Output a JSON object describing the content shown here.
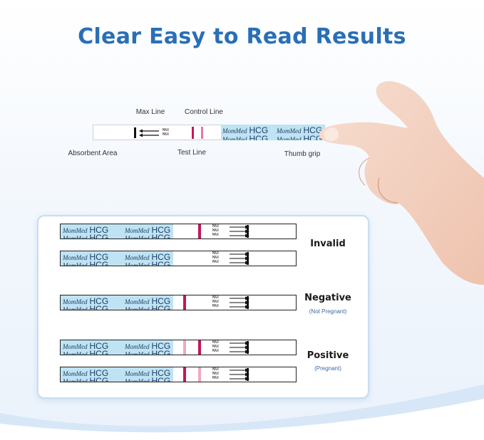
{
  "title": "Clear Easy to Read Results",
  "diagram": {
    "max_line": "Max Line",
    "control_line": "Control Line",
    "absorbent_area": "Absorbent Area",
    "test_line": "Test Line",
    "thumb_grip": "Thumb grip",
    "max_mark": "MAX",
    "brand": "MomMed",
    "product": "HCG"
  },
  "results": [
    {
      "label": "Invalid",
      "sub": ""
    },
    {
      "label": "Negative",
      "sub": "(Not Pregnant)"
    },
    {
      "label": "Positive",
      "sub": "(Pregnant)"
    }
  ],
  "colors": {
    "title": "#2a6fb5",
    "strip_blue": "#bfe3f3",
    "line_dark": "#c2185b",
    "line_faint": "#f2a7c3",
    "control": "#111111"
  }
}
